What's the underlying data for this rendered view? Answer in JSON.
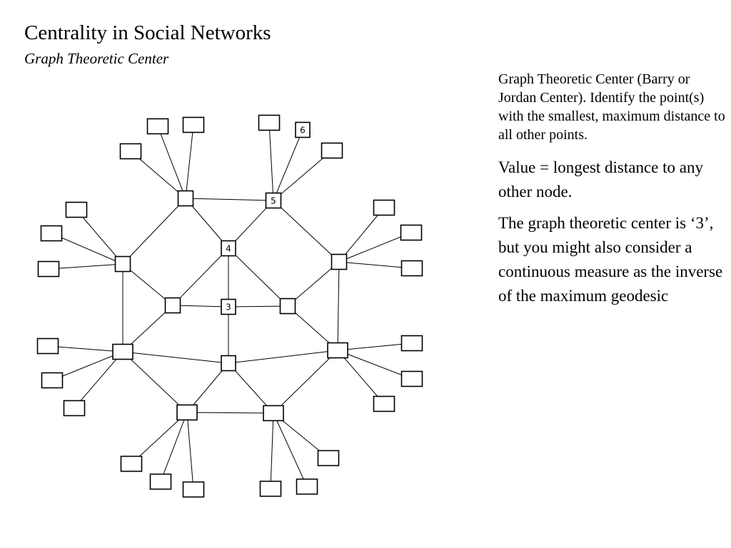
{
  "slide": {
    "title": "Centrality in Social Networks",
    "subtitle": "Graph Theoretic Center"
  },
  "text_panel": {
    "definition": "Graph Theoretic Center (Barry or Jordan Center). Identify the point(s) with the smallest, maximum distance to all other points.",
    "value": "Value = longest distance to any other node.",
    "conclusion": "The graph theoretic center is ‘3’, but you might also consider a continuous measure as the inverse of the maximum geodesic"
  },
  "diagram": {
    "node_labels": {
      "n3": "3",
      "n4": "4",
      "n5": "5",
      "l6": "6"
    }
  }
}
